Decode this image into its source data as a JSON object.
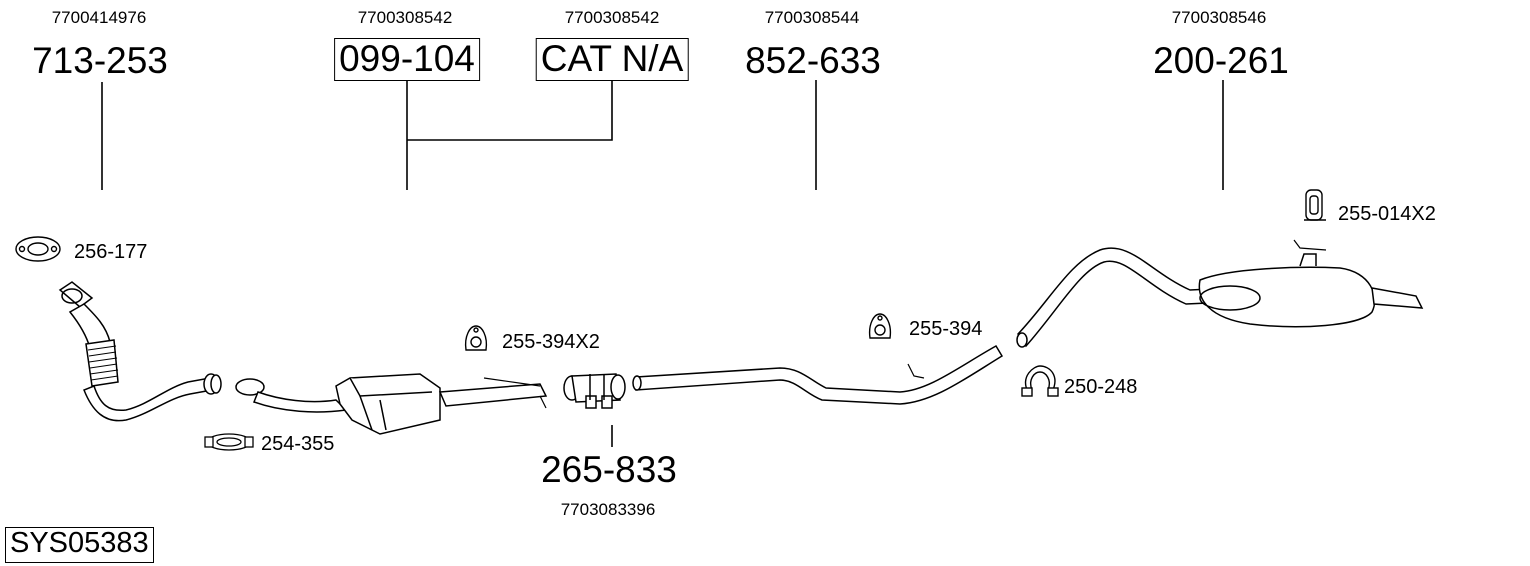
{
  "system_code": "SYS05383",
  "parts": [
    {
      "id": "front-pipe",
      "part_number": "713-253",
      "oem": "7700414976",
      "boxed": false
    },
    {
      "id": "catalyst",
      "part_number": "099-104",
      "oem": "7700308542",
      "boxed": true
    },
    {
      "id": "catalyst-alt",
      "part_number": "CAT N/A",
      "oem": "7700308542",
      "boxed": true
    },
    {
      "id": "middle-pipe",
      "part_number": "852-633",
      "oem": "7700308544",
      "boxed": false
    },
    {
      "id": "rear-silencer",
      "part_number": "200-261",
      "oem": "7700308546",
      "boxed": false
    },
    {
      "id": "connector",
      "part_number": "265-833",
      "oem": "7703083396",
      "boxed": false
    }
  ],
  "accessories": [
    {
      "id": "gasket",
      "label": "256-177"
    },
    {
      "id": "clamp-front",
      "label": "254-355"
    },
    {
      "id": "rubber-mount-a",
      "label": "255-394X2"
    },
    {
      "id": "rubber-mount-b",
      "label": "255-394"
    },
    {
      "id": "clamp-rear",
      "label": "250-248"
    },
    {
      "id": "rear-mount",
      "label": "255-014X2"
    }
  ]
}
